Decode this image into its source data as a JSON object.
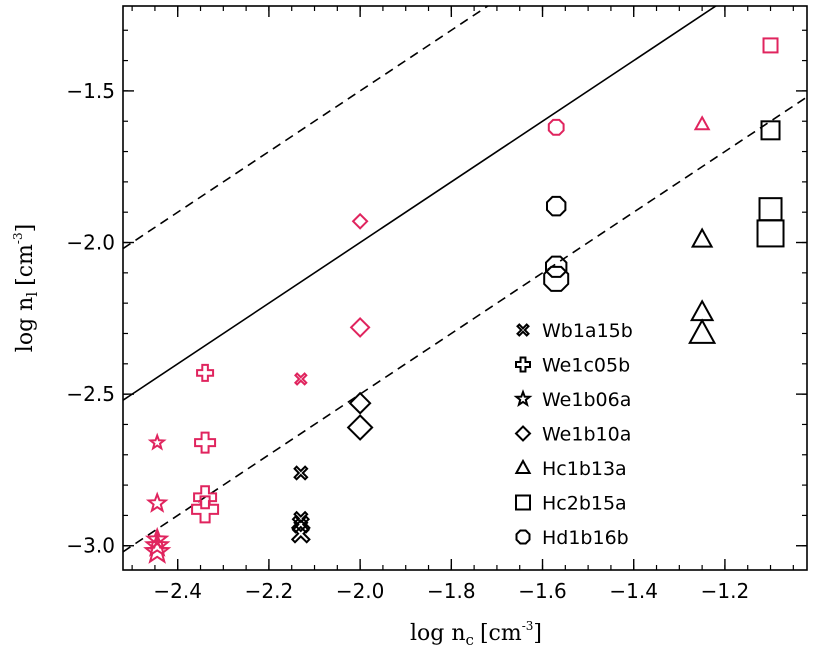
{
  "chart_data": {
    "type": "scatter",
    "xlabel": "log n",
    "xlabel_sub": "c",
    "ylabel": "log n",
    "ylabel_sub": "l",
    "unit_prefix": "[cm",
    "unit_exp": "-3",
    "unit_suffix": "]",
    "xlim": [
      -2.52,
      -1.02
    ],
    "ylim": [
      -3.08,
      -1.22
    ],
    "x_ticks": [
      {
        "value": -2.4,
        "label": "-2.4"
      },
      {
        "value": -2.2,
        "label": "-2.2"
      },
      {
        "value": -2.0,
        "label": "-2.0"
      },
      {
        "value": -1.8,
        "label": "-1.8"
      },
      {
        "value": -1.6,
        "label": "-1.6"
      },
      {
        "value": -1.4,
        "label": "-1.4"
      },
      {
        "value": -1.2,
        "label": "-1.2"
      }
    ],
    "x_minor_step": 0.05,
    "y_ticks": [
      {
        "value": -3.0,
        "label": "-3.0"
      },
      {
        "value": -2.5,
        "label": "-2.5"
      },
      {
        "value": -2.0,
        "label": "-2.0"
      },
      {
        "value": -1.5,
        "label": "-1.5"
      }
    ],
    "y_minor_step": 0.1,
    "grid": false,
    "legend_placement": "bottom-right",
    "colors": {
      "highlight": "#e0245e",
      "default": "#000000"
    },
    "reference_lines": [
      {
        "style": "solid",
        "slope": 1,
        "intercept": 0
      },
      {
        "style": "dashed",
        "slope": 1,
        "intercept": 0.5
      },
      {
        "style": "dashed",
        "slope": 1,
        "intercept": -0.5
      }
    ],
    "series": [
      {
        "name": "Wb1a15b",
        "marker": "cross",
        "x": -2.13,
        "points": [
          {
            "y": -2.45,
            "color": "#e0245e",
            "size": 7
          },
          {
            "y": -2.76,
            "color": "#000000",
            "size": 8
          },
          {
            "y": -2.91,
            "color": "#000000",
            "size": 8
          },
          {
            "y": -2.93,
            "color": "#000000",
            "size": 10
          },
          {
            "y": -2.96,
            "color": "#000000",
            "size": 11
          }
        ]
      },
      {
        "name": "We1c05b",
        "marker": "plus",
        "x": -2.34,
        "points": [
          {
            "y": -2.43,
            "color": "#e0245e",
            "size": 8
          },
          {
            "y": -2.66,
            "color": "#e0245e",
            "size": 10
          },
          {
            "y": -2.84,
            "color": "#e0245e",
            "size": 11
          },
          {
            "y": -2.88,
            "color": "#e0245e",
            "size": 13
          }
        ]
      },
      {
        "name": "We1b06a",
        "marker": "star",
        "x": -2.445,
        "points": [
          {
            "y": -2.66,
            "color": "#e0245e",
            "size": 7
          },
          {
            "y": -2.86,
            "color": "#e0245e",
            "size": 9
          },
          {
            "y": -2.98,
            "color": "#e0245e",
            "size": 10
          },
          {
            "y": -3.0,
            "color": "#e0245e",
            "size": 11
          },
          {
            "y": -3.02,
            "color": "#e0245e",
            "size": 12
          }
        ]
      },
      {
        "name": "We1b10a",
        "marker": "diamond",
        "x": -2.0,
        "points": [
          {
            "y": -1.93,
            "color": "#e0245e",
            "size": 7
          },
          {
            "y": -2.28,
            "color": "#e0245e",
            "size": 9
          },
          {
            "y": -2.53,
            "color": "#000000",
            "size": 10
          },
          {
            "y": -2.61,
            "color": "#000000",
            "size": 12
          }
        ]
      },
      {
        "name": "Hc1b13a",
        "marker": "triangle",
        "x": -1.25,
        "points": [
          {
            "y": -1.61,
            "color": "#e0245e",
            "size": 7
          },
          {
            "y": -1.99,
            "color": "#000000",
            "size": 10
          },
          {
            "y": -2.23,
            "color": "#000000",
            "size": 11
          },
          {
            "y": -2.3,
            "color": "#000000",
            "size": 13
          }
        ]
      },
      {
        "name": "Hc2b15a",
        "marker": "square",
        "x": -1.1,
        "points": [
          {
            "y": -1.35,
            "color": "#e0245e",
            "size": 7
          },
          {
            "y": -1.63,
            "color": "#000000",
            "size": 9
          },
          {
            "y": -1.89,
            "color": "#000000",
            "size": 11
          },
          {
            "y": -1.97,
            "color": "#000000",
            "size": 13
          }
        ]
      },
      {
        "name": "Hd1b16b",
        "marker": "circle",
        "x": -1.57,
        "points": [
          {
            "y": -1.62,
            "color": "#e0245e",
            "size": 8
          },
          {
            "y": -1.88,
            "color": "#000000",
            "size": 10
          },
          {
            "y": -2.08,
            "color": "#000000",
            "size": 11
          },
          {
            "y": -2.12,
            "color": "#000000",
            "size": 13
          }
        ]
      }
    ]
  }
}
